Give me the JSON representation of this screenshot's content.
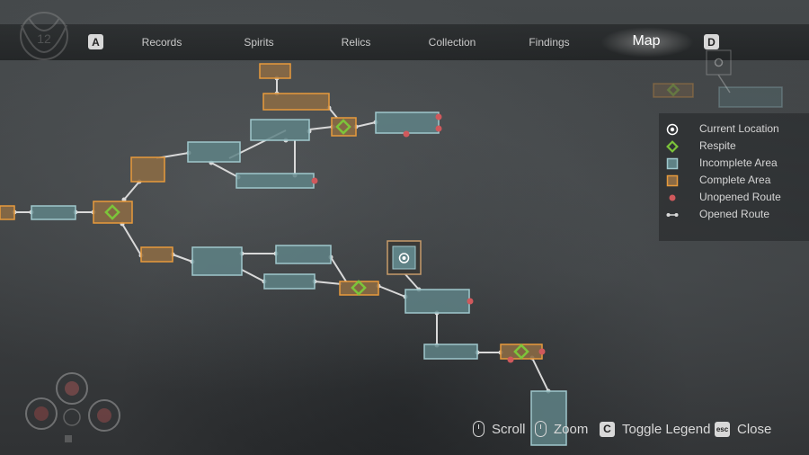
{
  "top_nav": {
    "left_key": "A",
    "right_key": "D",
    "tabs": [
      {
        "label": "Records",
        "active": false
      },
      {
        "label": "Spirits",
        "active": false
      },
      {
        "label": "Relics",
        "active": false
      },
      {
        "label": "Collection",
        "active": false
      },
      {
        "label": "Findings",
        "active": false
      },
      {
        "label": "Map",
        "active": true
      }
    ]
  },
  "legend": {
    "items": [
      {
        "icon": "current-location-icon",
        "label": "Current Location"
      },
      {
        "icon": "respite-icon",
        "label": "Respite"
      },
      {
        "icon": "incomplete-area-icon",
        "label": "Incomplete Area"
      },
      {
        "icon": "complete-area-icon",
        "label": "Complete Area"
      },
      {
        "icon": "unopened-route-icon",
        "label": "Unopened Route"
      },
      {
        "icon": "opened-route-icon",
        "label": "Opened Route"
      }
    ]
  },
  "hints": {
    "scroll": {
      "icon": "mouse-icon",
      "label": "Scroll"
    },
    "zoom": {
      "icon": "mouse-wheel-icon",
      "label": "Zoom"
    },
    "toggle_legend": {
      "key": "C",
      "label": "Toggle Legend"
    },
    "close": {
      "key": "esc",
      "label": "Close"
    }
  },
  "hud": {
    "emblem_number": "12"
  },
  "colors": {
    "incomplete_fill": "#5f8286",
    "incomplete_border": "#9fc7cc",
    "complete_fill": "#8a6a45",
    "complete_border": "#e79a3c",
    "respite": "#7cc43a",
    "unopened_route": "#d0595c",
    "opened_route": "#d9d9d9",
    "current_location_frame": "#c69b6a"
  }
}
